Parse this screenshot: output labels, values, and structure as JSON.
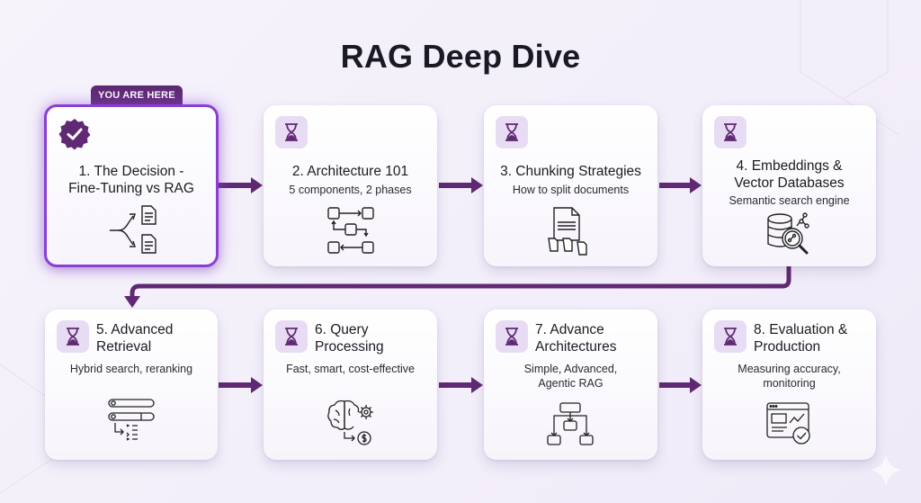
{
  "title": "RAG Deep Dive",
  "badge": "YOU ARE HERE",
  "colors": {
    "accent": "#5f2a73",
    "active_border": "#8a3fd1",
    "icon_bg": "#e8dcf4"
  },
  "steps": [
    {
      "number": 1,
      "title_line1": "1. The Decision -",
      "title_line2": "Fine-Tuning vs RAG",
      "subtitle": "",
      "status_icon": "check-badge-icon",
      "illustration": "split-to-documents-icon",
      "current": true
    },
    {
      "number": 2,
      "title_line1": "2. Architecture 101",
      "title_line2": "",
      "subtitle": "5 components, 2 phases",
      "status_icon": "hourglass-icon",
      "illustration": "flow-boxes-icon",
      "current": false
    },
    {
      "number": 3,
      "title_line1": "3. Chunking Strategies",
      "title_line2": "",
      "subtitle": "How to split documents",
      "status_icon": "hourglass-icon",
      "illustration": "document-split-icon",
      "current": false
    },
    {
      "number": 4,
      "title_line1": "4. Embeddings &",
      "title_line2": "Vector Databases",
      "subtitle": "Semantic search engine",
      "status_icon": "hourglass-icon",
      "illustration": "database-search-icon",
      "current": false
    },
    {
      "number": 5,
      "title_line1": "5. Advanced",
      "title_line2": "Retrieval",
      "subtitle": "Hybrid search, reranking",
      "status_icon": "hourglass-icon",
      "illustration": "search-rank-icon",
      "current": false
    },
    {
      "number": 6,
      "title_line1": "6. Query",
      "title_line2": "Processing",
      "subtitle": "Fast, smart, cost-effective",
      "status_icon": "hourglass-icon",
      "illustration": "brain-gear-cost-icon",
      "current": false
    },
    {
      "number": 7,
      "title_line1": "7. Advance",
      "title_line2": "Architectures",
      "subtitle_line1": "Simple, Advanced,",
      "subtitle_line2": "Agentic RAG",
      "status_icon": "hourglass-icon",
      "illustration": "hierarchy-icon",
      "current": false
    },
    {
      "number": 8,
      "title_line1": "8. Evaluation &",
      "title_line2": "Production",
      "subtitle_line1": "Measuring accuracy,",
      "subtitle_line2": "monitoring",
      "status_icon": "hourglass-icon",
      "illustration": "dashboard-check-icon",
      "current": false
    }
  ]
}
